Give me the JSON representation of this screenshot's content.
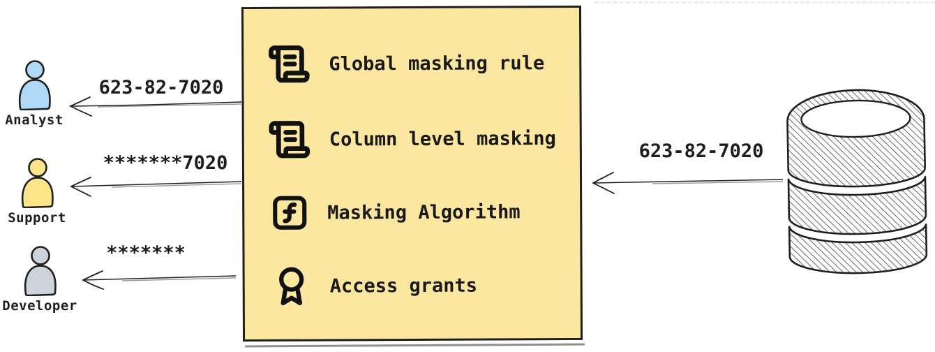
{
  "canvas": {
    "background": "#ffffff",
    "outline_color": "#1e1e1e"
  },
  "personas": [
    {
      "name": "Analyst",
      "icon": "person-icon",
      "fill": "#b0d9f8",
      "received_value": "623-82-7020"
    },
    {
      "name": "Support",
      "icon": "person-icon",
      "fill": "#fce48a",
      "received_value": "*******7020"
    },
    {
      "name": "Developer",
      "icon": "person-icon",
      "fill": "#cdd3da",
      "received_value": "*******"
    }
  ],
  "masking_box": {
    "fill": "#fbe7a0",
    "items": [
      {
        "icon": "scroll-text-icon",
        "label": "Global masking rule"
      },
      {
        "icon": "scroll-text-icon",
        "label": "Column level masking"
      },
      {
        "icon": "function-square-icon",
        "label": "Masking Algorithm"
      },
      {
        "icon": "award-icon",
        "label": "Access grants"
      }
    ]
  },
  "database": {
    "icon": "database-cylinder-icon",
    "outgoing_value": "623-82-7020"
  }
}
